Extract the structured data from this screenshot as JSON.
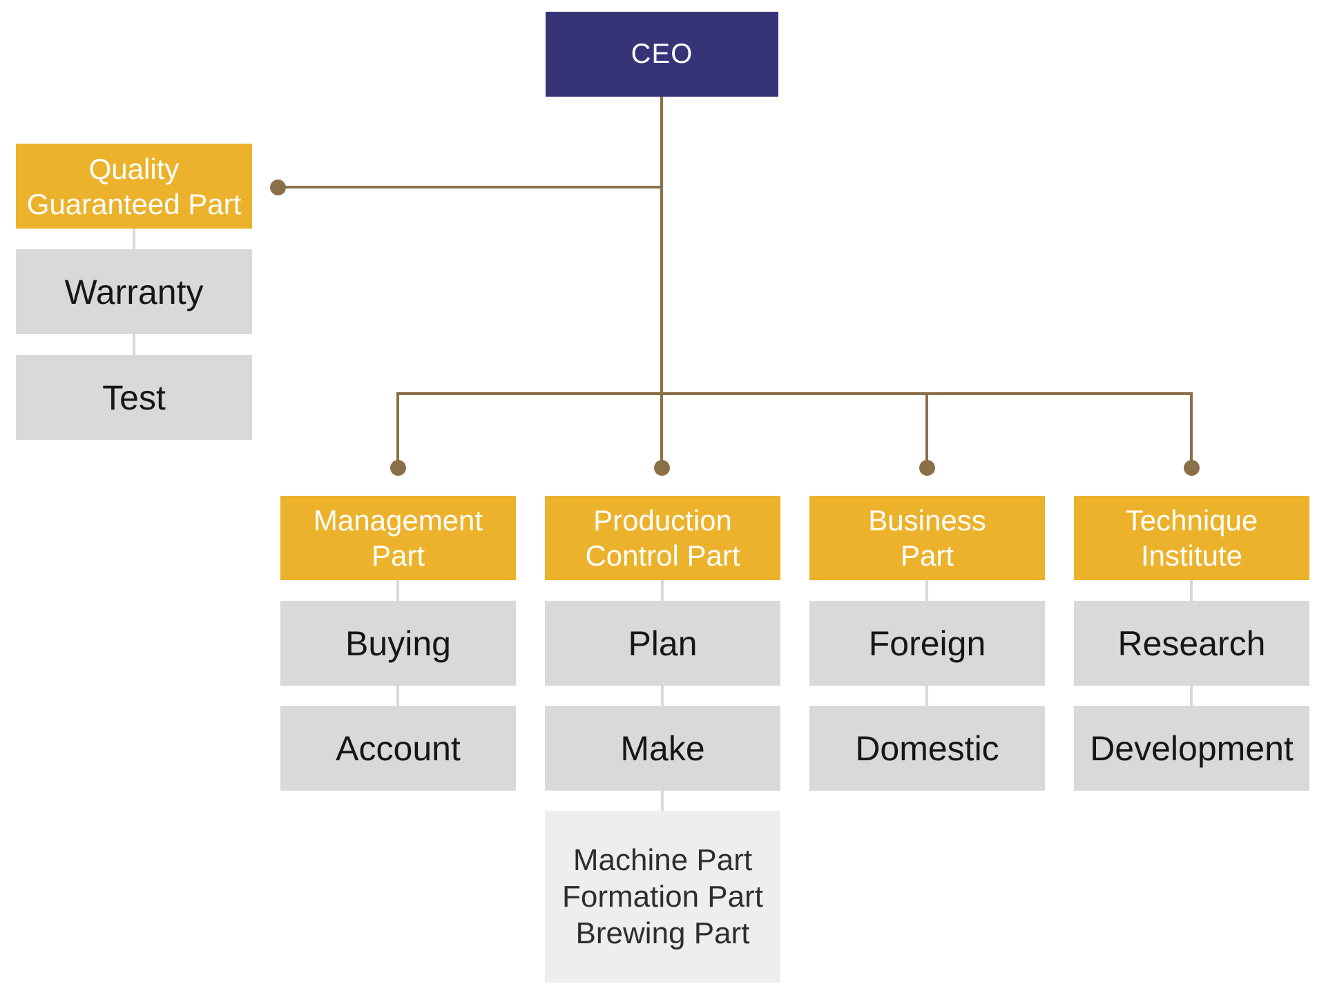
{
  "org": {
    "ceo": {
      "label": "CEO"
    },
    "quality": {
      "head": {
        "line1": "Quality",
        "line2": "Guaranteed Part"
      },
      "items": [
        {
          "label": "Warranty"
        },
        {
          "label": "Test"
        }
      ]
    },
    "departments": [
      {
        "head": {
          "line1": "Management",
          "line2": "Part"
        },
        "items": [
          {
            "label": "Buying"
          },
          {
            "label": "Account"
          }
        ]
      },
      {
        "head": {
          "line1": "Production",
          "line2": "Control Part"
        },
        "items": [
          {
            "label": "Plan"
          },
          {
            "label": "Make"
          }
        ],
        "detail": {
          "line1": "Machine Part",
          "line2": "Formation Part",
          "line3": "Brewing Part"
        }
      },
      {
        "head": {
          "line1": "Business",
          "line2": "Part"
        },
        "items": [
          {
            "label": "Foreign"
          },
          {
            "label": "Domestic"
          }
        ]
      },
      {
        "head": {
          "line1": "Technique",
          "line2": "Institute"
        },
        "items": [
          {
            "label": "Research"
          },
          {
            "label": "Development"
          }
        ]
      }
    ]
  },
  "colors": {
    "ceo_navy": "#363477",
    "department_yellow": "#ECB22B",
    "item_gray": "#D9D9D9",
    "detail_light_gray": "#EEEEEE",
    "connector_brown": "#8A7049",
    "connector_light_gray": "#D8D8D8",
    "text_white": "#FFFFFF",
    "text_black": "#161616"
  }
}
